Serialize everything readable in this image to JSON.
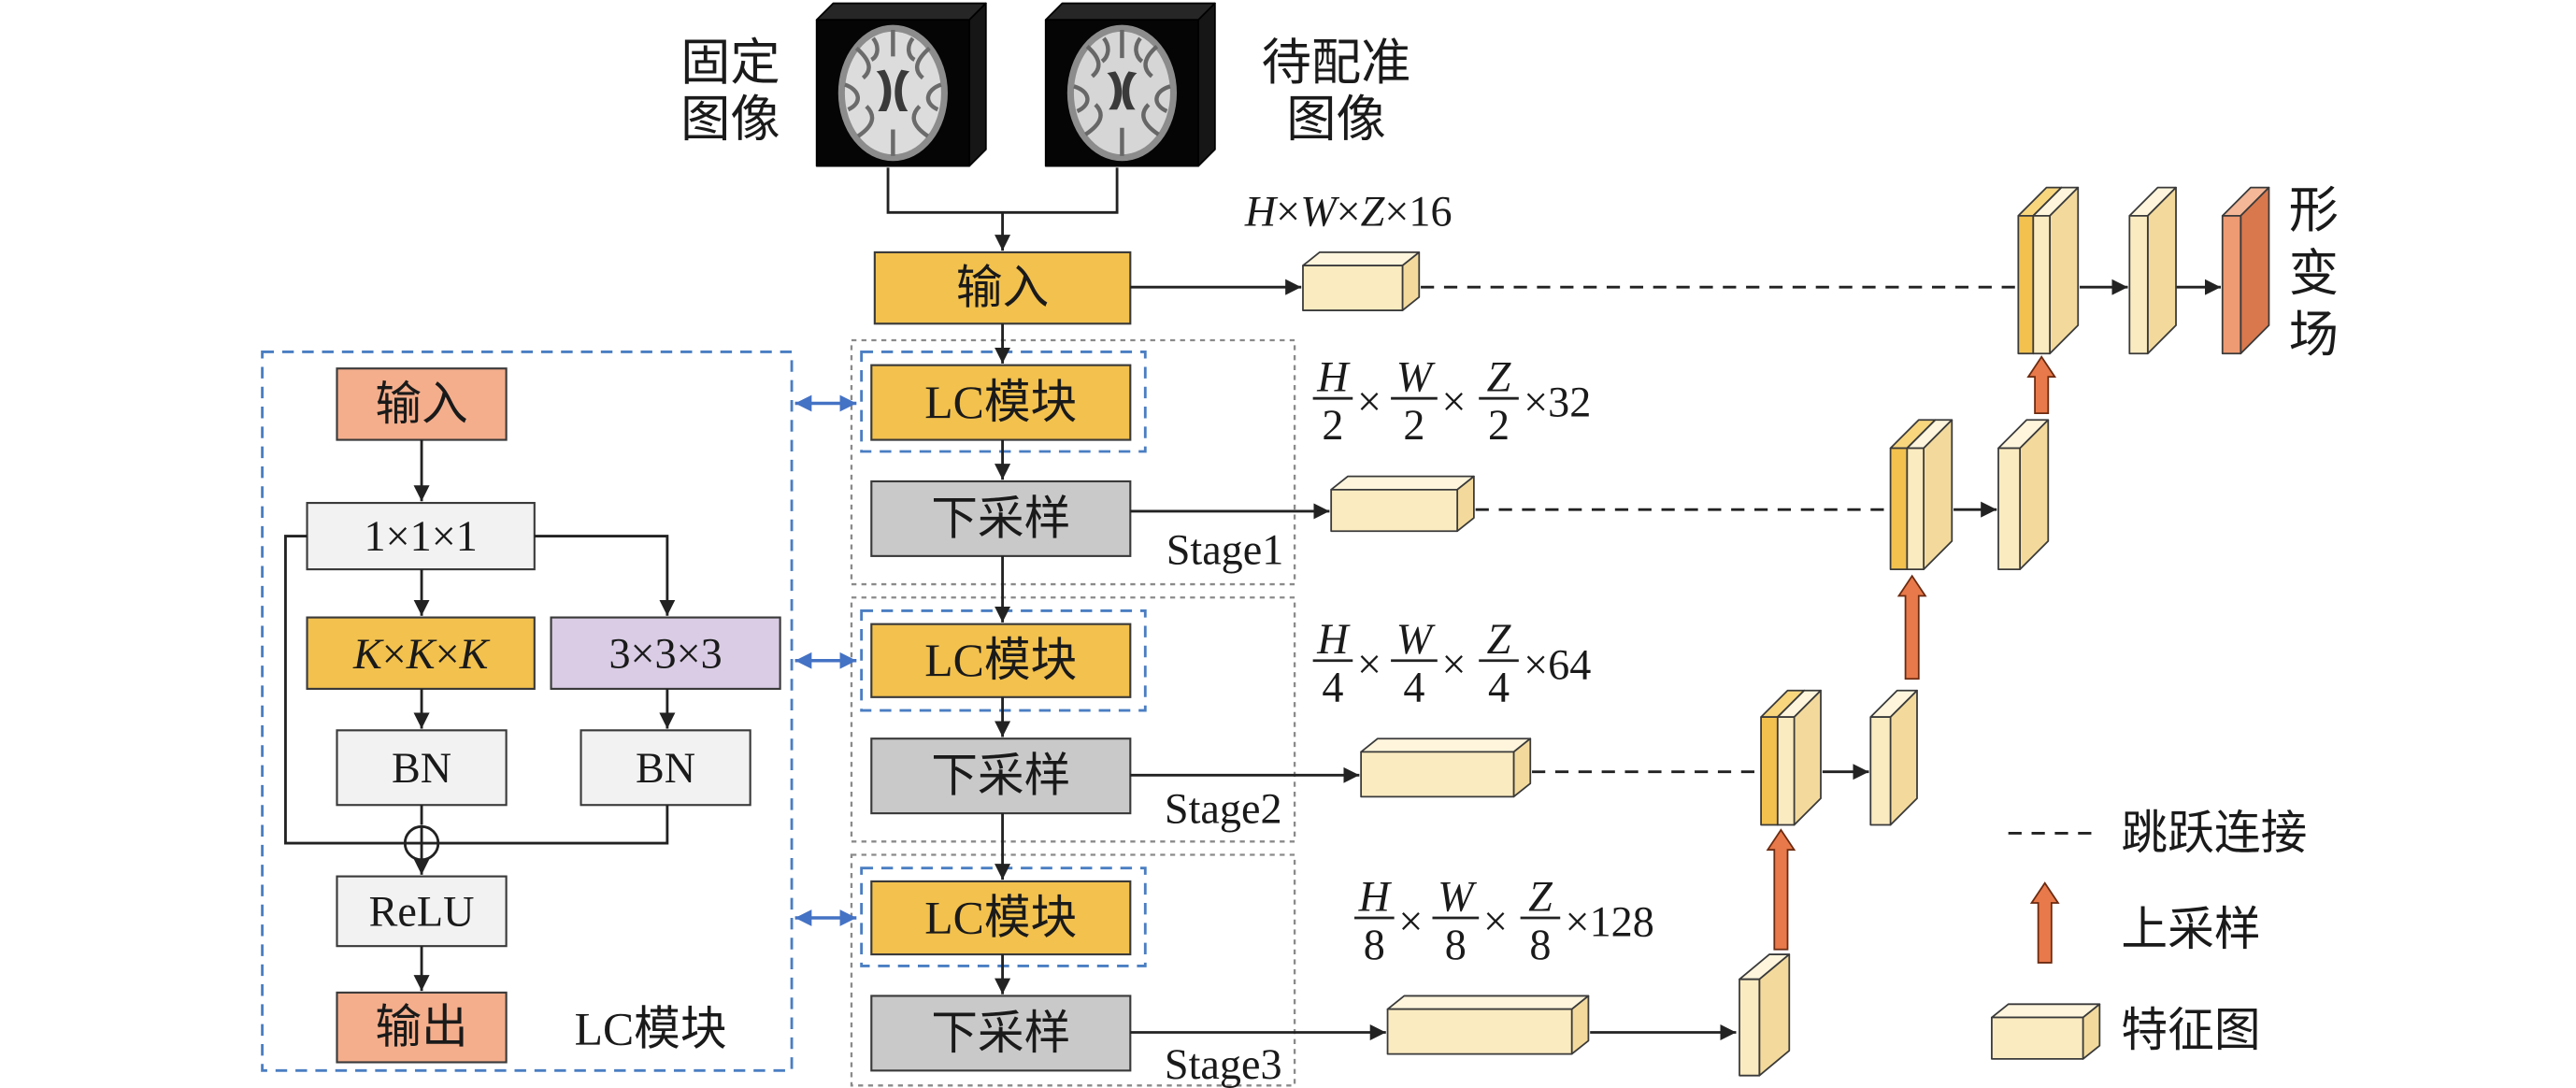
{
  "colors": {
    "encoder_block": "#F2C14E",
    "downsample": "#C9C9C9",
    "feature_map": "#FBEBC0",
    "lc_io": "#F4AE8C",
    "conv_light": "#F2F2F2",
    "conv3": "#D9CCE4",
    "deformation_field": "#EE9A72",
    "upsample_arrow": "#E8794A",
    "lc_border": "#4A7EC2",
    "link_arrow": "#4472C4"
  },
  "inputs": {
    "fixed_image": {
      "line1": "固定",
      "line2": "图像"
    },
    "moving_image": {
      "line1": "待配准",
      "line2": "图像"
    }
  },
  "encoder": {
    "input_label": "输入",
    "stages": [
      {
        "block_label": "LC模块",
        "downsample_label": "下采样",
        "stage_label": "Stage1"
      },
      {
        "block_label": "LC模块",
        "downsample_label": "下采样",
        "stage_label": "Stage2"
      },
      {
        "block_label": "LC模块",
        "downsample_label": "下采样",
        "stage_label": "Stage3"
      }
    ]
  },
  "feature_sizes": [
    {
      "h": "H",
      "w": "W",
      "z": "Z",
      "times": "×",
      "channels": "16"
    },
    {
      "h": "H",
      "w": "W",
      "z": "Z",
      "denominator": "2",
      "times": "×",
      "channels": "32"
    },
    {
      "h": "H",
      "w": "W",
      "z": "Z",
      "denominator": "4",
      "times": "×",
      "channels": "64"
    },
    {
      "h": "H",
      "w": "W",
      "z": "Z",
      "denominator": "8",
      "times": "×",
      "channels": "128"
    }
  ],
  "output": {
    "chars": [
      "形",
      "变",
      "场"
    ]
  },
  "lc_module": {
    "input_label": "输入",
    "conv1_label": "1×1×1",
    "convk": {
      "k": "K",
      "times": "×"
    },
    "conv3_label": "3×3×3",
    "bn_left_label": "BN",
    "bn_right_label": "BN",
    "relu_label": "ReLU",
    "output_label": "输出",
    "title": "LC模块"
  },
  "legend": {
    "skip": "跳跃连接",
    "upsample": "上采样",
    "feature_map": "特征图"
  }
}
